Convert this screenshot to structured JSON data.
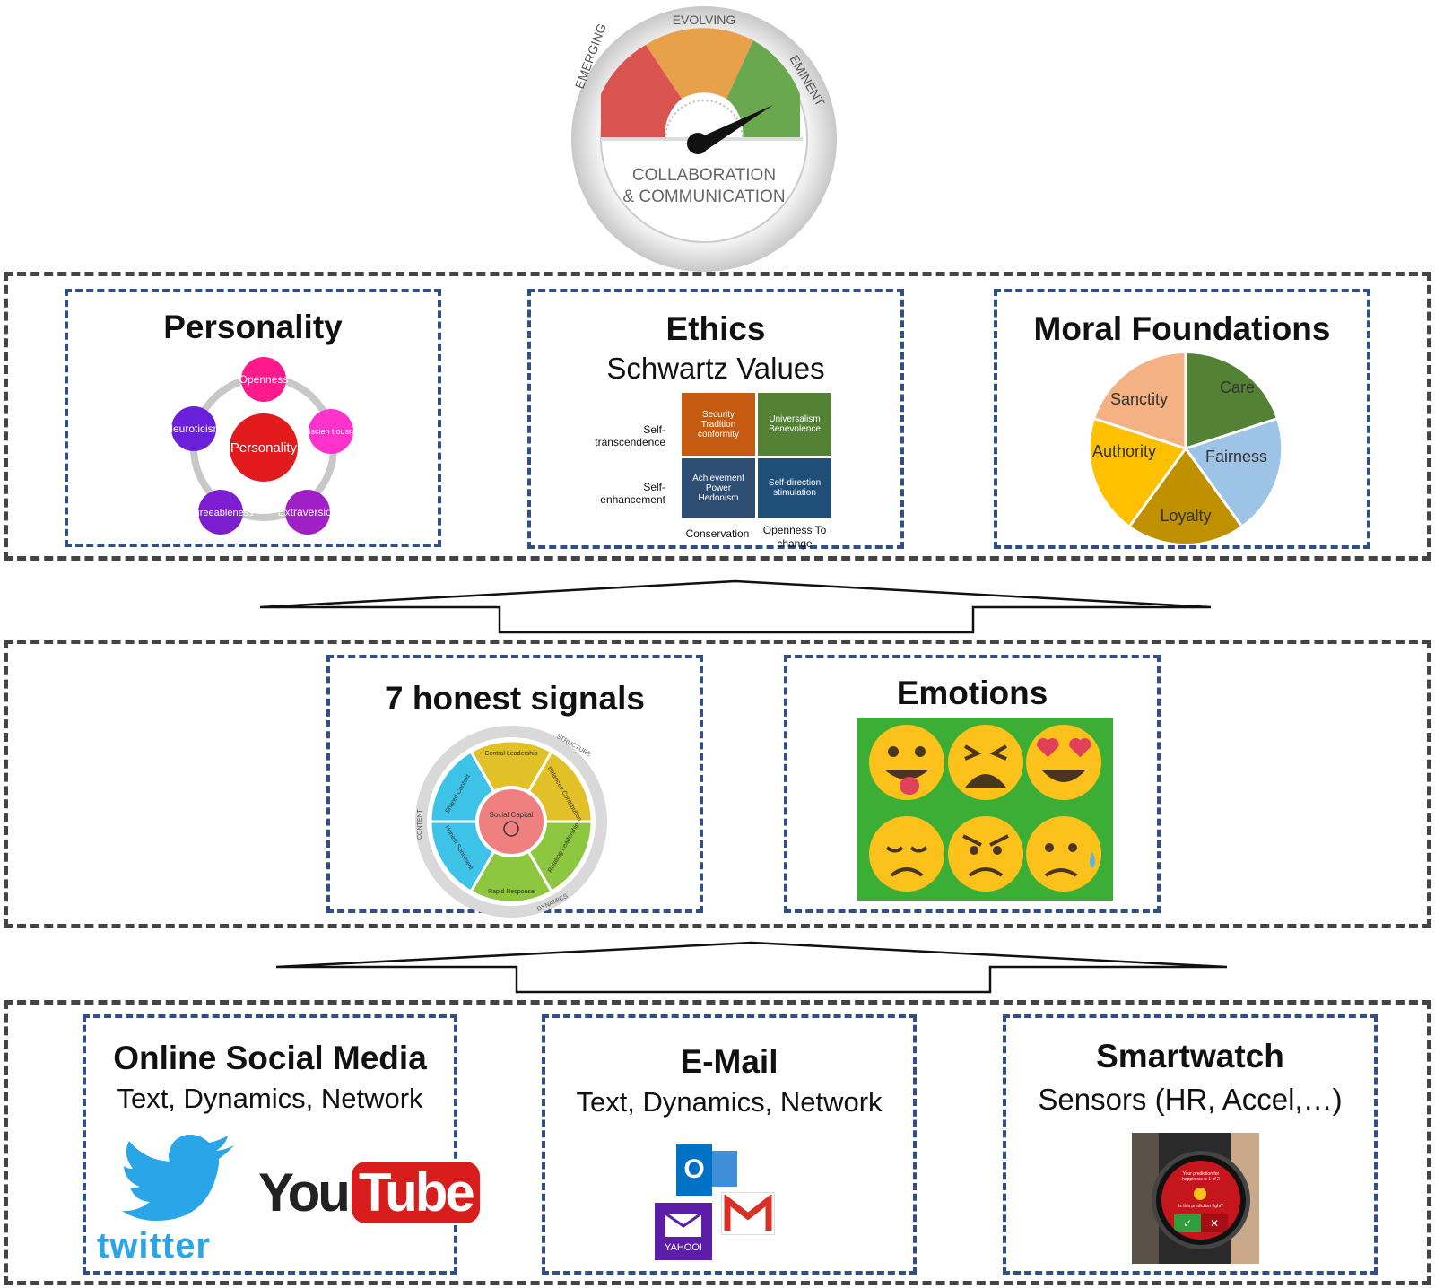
{
  "gauge": {
    "arc_labels": [
      "EMERGING",
      "EVOLVING",
      "EMINENT"
    ],
    "label_line1": "COLLABORATION",
    "label_line2": "& COMMUNICATION",
    "colors": {
      "emerging": "#d9534f",
      "evolving": "#e8a04a",
      "eminent": "#6aa84f"
    }
  },
  "top_layer": {
    "personality": {
      "title": "Personality",
      "center": "Personality",
      "traits": [
        "Openness",
        "Conscien tiousness",
        "Extraversion",
        "Agreeableness",
        "Neuroticism"
      ]
    },
    "ethics": {
      "title": "Ethics",
      "subtitle": "Schwartz Values",
      "row_labels": [
        "Self-transcendence",
        "Self-enhancement"
      ],
      "col_labels": [
        "Conservation",
        "Openness To change"
      ],
      "cells": [
        {
          "text": "Security Tradition conformity",
          "color": "#c55a11"
        },
        {
          "text": "Universalism Benevolence",
          "color": "#548235"
        },
        {
          "text": "Achievement Power Hedonism",
          "color": "#2e4d73"
        },
        {
          "text": "Self-direction stimulation",
          "color": "#1f4e79"
        }
      ]
    },
    "moral": {
      "title": "Moral Foundations",
      "slices": [
        {
          "label": "Care",
          "color": "#548235"
        },
        {
          "label": "Fairness",
          "color": "#9dc3e6"
        },
        {
          "label": "Loyalty",
          "color": "#bf9000"
        },
        {
          "label": "Authority",
          "color": "#ffc000"
        },
        {
          "label": "Sanctity",
          "color": "#f4b183"
        }
      ]
    }
  },
  "middle_layer": {
    "signals": {
      "title": "7 honest signals",
      "center": "Social Capital",
      "segments": [
        "Central Leadership",
        "Balanced Contribution",
        "Rotating Leadership",
        "Rapid Response",
        "Honest Sentiment",
        "Shared Context"
      ],
      "ring_labels": [
        "STRUCTURE",
        "DYNAMICS",
        "CONTENT"
      ]
    },
    "emotions": {
      "title": "Emotions",
      "faces": [
        "tongue-out",
        "tired",
        "heart-eyes",
        "disappointed",
        "angry",
        "sad-sweat"
      ]
    }
  },
  "bottom_layer": {
    "social": {
      "title": "Online Social Media",
      "subtitle": "Text, Dynamics, Network",
      "logo_twitter": "twitter",
      "logo_youtube_you": "You",
      "logo_youtube_tube": "Tube"
    },
    "email": {
      "title": "E-Mail",
      "subtitle": "Text, Dynamics, Network",
      "outlook": "O",
      "yahoo": "YAHOO!",
      "gmail": "M"
    },
    "watch": {
      "title": "Smartwatch",
      "subtitle": "Sensors (HR, Accel,…)",
      "screen_text": "Your prediction for happiness is 1 of 2",
      "question": "Is this prediction right?"
    }
  }
}
